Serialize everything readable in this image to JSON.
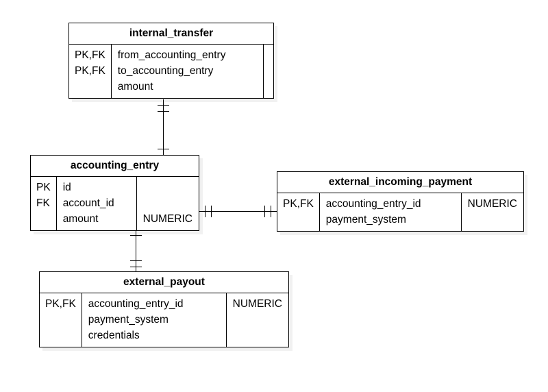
{
  "diagram": {
    "type": "entity-relationship-diagram",
    "notation": "crows-foot",
    "background_color": "#ffffff",
    "line_color": "#000000",
    "shadow_color": "#e8e8e8",
    "entities": [
      {
        "id": "internal_transfer",
        "title": "internal_transfer",
        "keys": [
          "PK,FK",
          "PK,FK"
        ],
        "fields": [
          "from_accounting_entry",
          "to_accounting_entry",
          "amount"
        ],
        "types": []
      },
      {
        "id": "accounting_entry",
        "title": "accounting_entry",
        "keys": [
          "PK",
          "FK"
        ],
        "fields": [
          "id",
          "account_id",
          "amount"
        ],
        "types": [
          "NUMERIC"
        ]
      },
      {
        "id": "external_incoming_payment",
        "title": "external_incoming_payment",
        "keys": [
          "PK,FK"
        ],
        "fields": [
          "accounting_entry_id",
          "payment_system"
        ],
        "types": [
          "NUMERIC"
        ]
      },
      {
        "id": "external_payout",
        "title": "external_payout",
        "keys": [
          "PK,FK"
        ],
        "fields": [
          "accounting_entry_id",
          "payment_system",
          "credentials"
        ],
        "types": [
          "NUMERIC"
        ]
      }
    ],
    "relationships": [
      {
        "id": "internal-transfer-to-accounting-entry",
        "from": "internal_transfer",
        "to": "accounting_entry",
        "orientation": "vertical",
        "from_cardinality": "one-and-only-one",
        "to_cardinality": "one-and-only-one"
      },
      {
        "id": "accounting-entry-to-external-incoming-payment",
        "from": "accounting_entry",
        "to": "external_incoming_payment",
        "orientation": "horizontal",
        "from_cardinality": "one-and-only-one",
        "to_cardinality": "one-and-only-one"
      },
      {
        "id": "accounting-entry-to-external-payout",
        "from": "accounting_entry",
        "to": "external_payout",
        "orientation": "vertical",
        "from_cardinality": "one-and-only-one",
        "to_cardinality": "one-and-only-one"
      }
    ]
  }
}
